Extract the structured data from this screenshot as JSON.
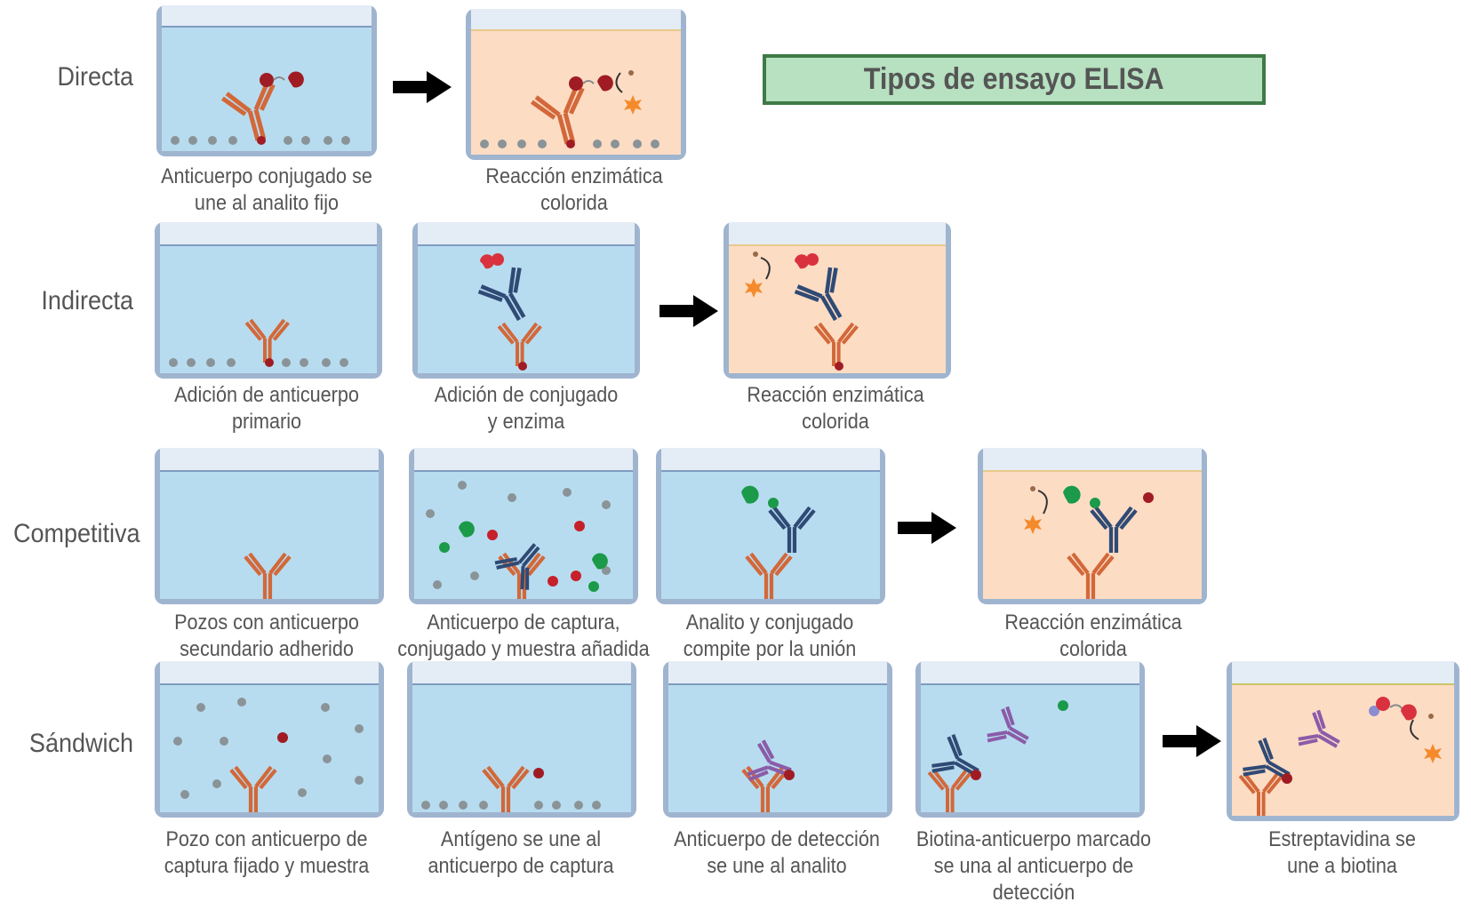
{
  "title": "Tipos de ensayo ELISA",
  "colors": {
    "liquid_blue": "#b8dcef",
    "liquid_orange": "#fddcc4",
    "well_border": "#9fb4cf",
    "well_top": "#e4ecf6",
    "capture_ab": "#d2683a",
    "conjugate_ab": "#2f4a75",
    "detection_ab": "#8a5ca8",
    "analyte_red": "#a01c24",
    "enzyme_red": "#d9323e",
    "enzyme_green": "#1b9a4a",
    "product_orange": "#f58a2b",
    "gray_particle": "#8a9498",
    "title_fill": "#b7e1c1",
    "title_border": "#3e7a46"
  },
  "rows": [
    {
      "label": "Directa",
      "steps": [
        {
          "caption": "Anticuerpo conjugado se\nune al analito fijo",
          "liquid": "blue"
        },
        {
          "caption": "Reacción enzimática\ncolorida",
          "liquid": "orange"
        }
      ]
    },
    {
      "label": "Indirecta",
      "steps": [
        {
          "caption": "Adición de anticuerpo\nprimario",
          "liquid": "blue"
        },
        {
          "caption": "Adición de conjugado\ny enzima",
          "liquid": "blue"
        },
        {
          "caption": "Reacción enzimática\ncolorida",
          "liquid": "orange"
        }
      ]
    },
    {
      "label": "Competitiva",
      "steps": [
        {
          "caption": "Pozos con anticuerpo\nsecundario adherido",
          "liquid": "blue"
        },
        {
          "caption": "Anticuerpo de captura,\nconjugado y muestra añadida",
          "liquid": "blue"
        },
        {
          "caption": "Analito y conjugado\ncompite por la unión",
          "liquid": "blue"
        },
        {
          "caption": "Reacción enzimática\ncolorida",
          "liquid": "orange"
        }
      ]
    },
    {
      "label": "Sándwich",
      "steps": [
        {
          "caption": "Pozo con anticuerpo de\ncaptura fijado y muestra",
          "liquid": "blue"
        },
        {
          "caption": "Antígeno se une al\nanticuerpo de captura",
          "liquid": "blue"
        },
        {
          "caption": "Anticuerpo de detección\nse une al analito",
          "liquid": "blue"
        },
        {
          "caption": "Biotina-anticuerpo marcado\nse una al anticuerpo de\ndetección",
          "liquid": "blue"
        },
        {
          "caption": "Estreptavidina se\nune a biotina",
          "liquid": "orange"
        }
      ]
    }
  ]
}
